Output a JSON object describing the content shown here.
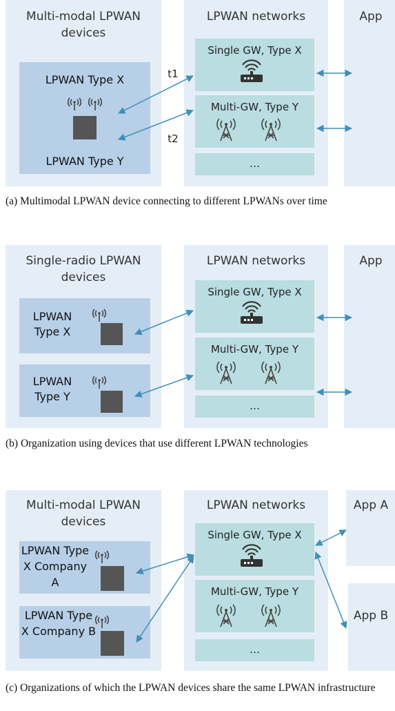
{
  "colors": {
    "panel": "#e5eef6",
    "device_box": "#b7d0e7",
    "network_box": "#b9dde0",
    "arrow": "#3f8fb9",
    "device": "#555555"
  },
  "icons": {
    "gateway": "router-icon",
    "base_station": "antenna-tower-icon",
    "device_radio": "radio-waves-icon"
  },
  "diagram_a": {
    "devices_header": "Multi-modal LPWAN devices",
    "networks_header": "LPWAN networks",
    "app_header": "App",
    "device_label_x": "LPWAN Type X",
    "device_label_y": "LPWAN Type Y",
    "time_label_1": "t1",
    "time_label_2": "t2",
    "net_single": "Single GW, Type X",
    "net_multi": "Multi-GW, Type Y",
    "net_more": "…",
    "caption": "(a) Multimodal LPWAN device connecting to different LPWANs over time"
  },
  "diagram_b": {
    "devices_header": "Single-radio LPWAN devices",
    "networks_header": "LPWAN networks",
    "app_header": "App",
    "device1_label": "LPWAN Type X",
    "device2_label": "LPWAN Type Y",
    "net_single": "Single GW, Type X",
    "net_multi": "Multi-GW, Type Y",
    "net_more": "…",
    "caption": "(b) Organization using devices that use different LPWAN technologies"
  },
  "diagram_c": {
    "devices_header": "Multi-modal LPWAN devices",
    "networks_header": "LPWAN networks",
    "app_a": "App A",
    "app_b": "App B",
    "device1_label": "LPWAN Type X Company A",
    "device2_label": "LPWAN Type X Company B",
    "net_single": "Single GW, Type X",
    "net_multi": "Multi-GW, Type Y",
    "net_more": "…",
    "caption": "(c) Organizations of which the LPWAN devices share the same LPWAN infrastructure"
  }
}
